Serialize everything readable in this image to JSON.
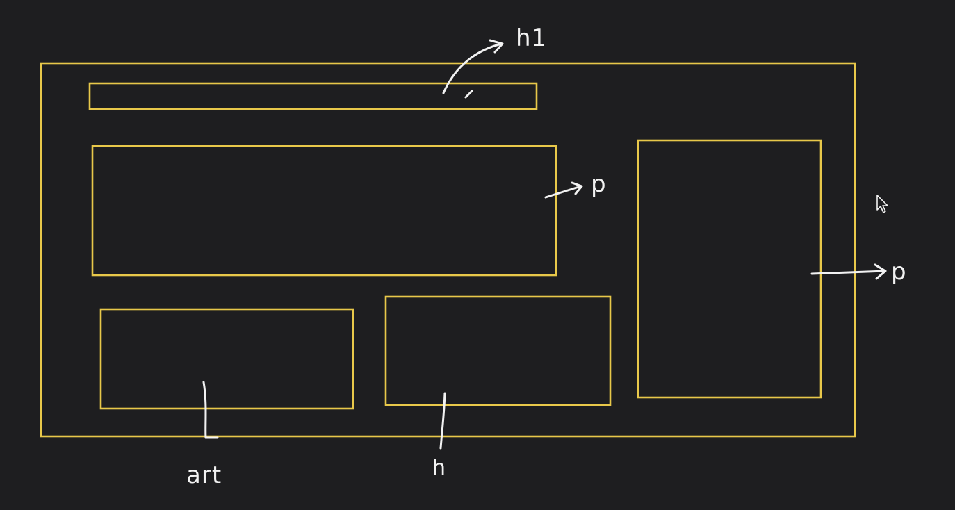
{
  "colors": {
    "background": "#1e1e20",
    "box_stroke": "#e8c84a",
    "ink": "#f2f2f2"
  },
  "labels": {
    "header": "h1",
    "paragraph_main": "p",
    "paragraph_side": "p",
    "bottom_left": "art",
    "bottom_middle": "h"
  },
  "icons": {
    "pointer": "mouse-cursor-icon"
  }
}
